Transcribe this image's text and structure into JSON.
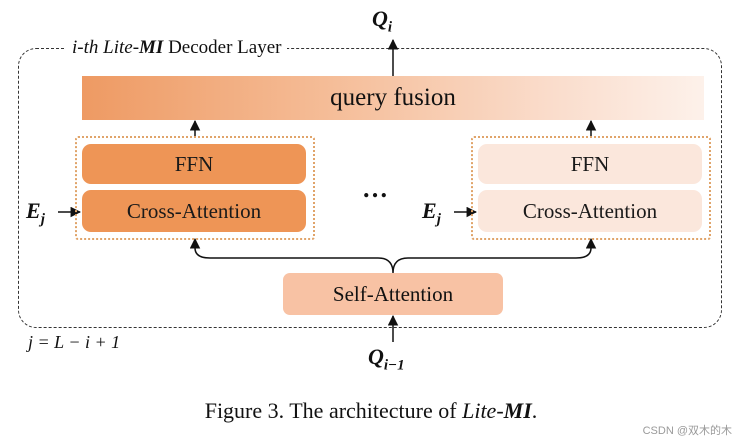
{
  "top_output": {
    "symbol": "Q",
    "subscript": "i"
  },
  "bottom_input": {
    "symbol": "Q",
    "subscript": "i−1"
  },
  "layer_title": {
    "prefix": "i-th ",
    "model": "Lite-",
    "model_bold": "MI",
    "suffix": " Decoder Layer"
  },
  "query_fusion": {
    "label": "query fusion"
  },
  "left_branch": {
    "ffn_label": "FFN",
    "cross_attention_label": "Cross-Attention",
    "input_symbol": "E",
    "input_subscript": "j"
  },
  "right_branch": {
    "ffn_label": "FFN",
    "cross_attention_label": "Cross-Attention",
    "input_symbol": "E",
    "input_subscript": "j"
  },
  "ellipsis": "…",
  "self_attention": {
    "label": "Self-Attention"
  },
  "index_equation": "j = L − i + 1",
  "caption": {
    "prefix": "Figure 3. The architecture of ",
    "model": "Lite-",
    "model_bold": "MI",
    "suffix": "."
  },
  "watermark": "CSDN @双木的木",
  "colors": {
    "left_block": "#ee9556",
    "right_block": "#fbe7dc",
    "self_attention": "#f8c2a4",
    "group_outline": "#e0a46a",
    "fusion_start": "#ee9a63",
    "fusion_end": "#fdf1ea"
  }
}
